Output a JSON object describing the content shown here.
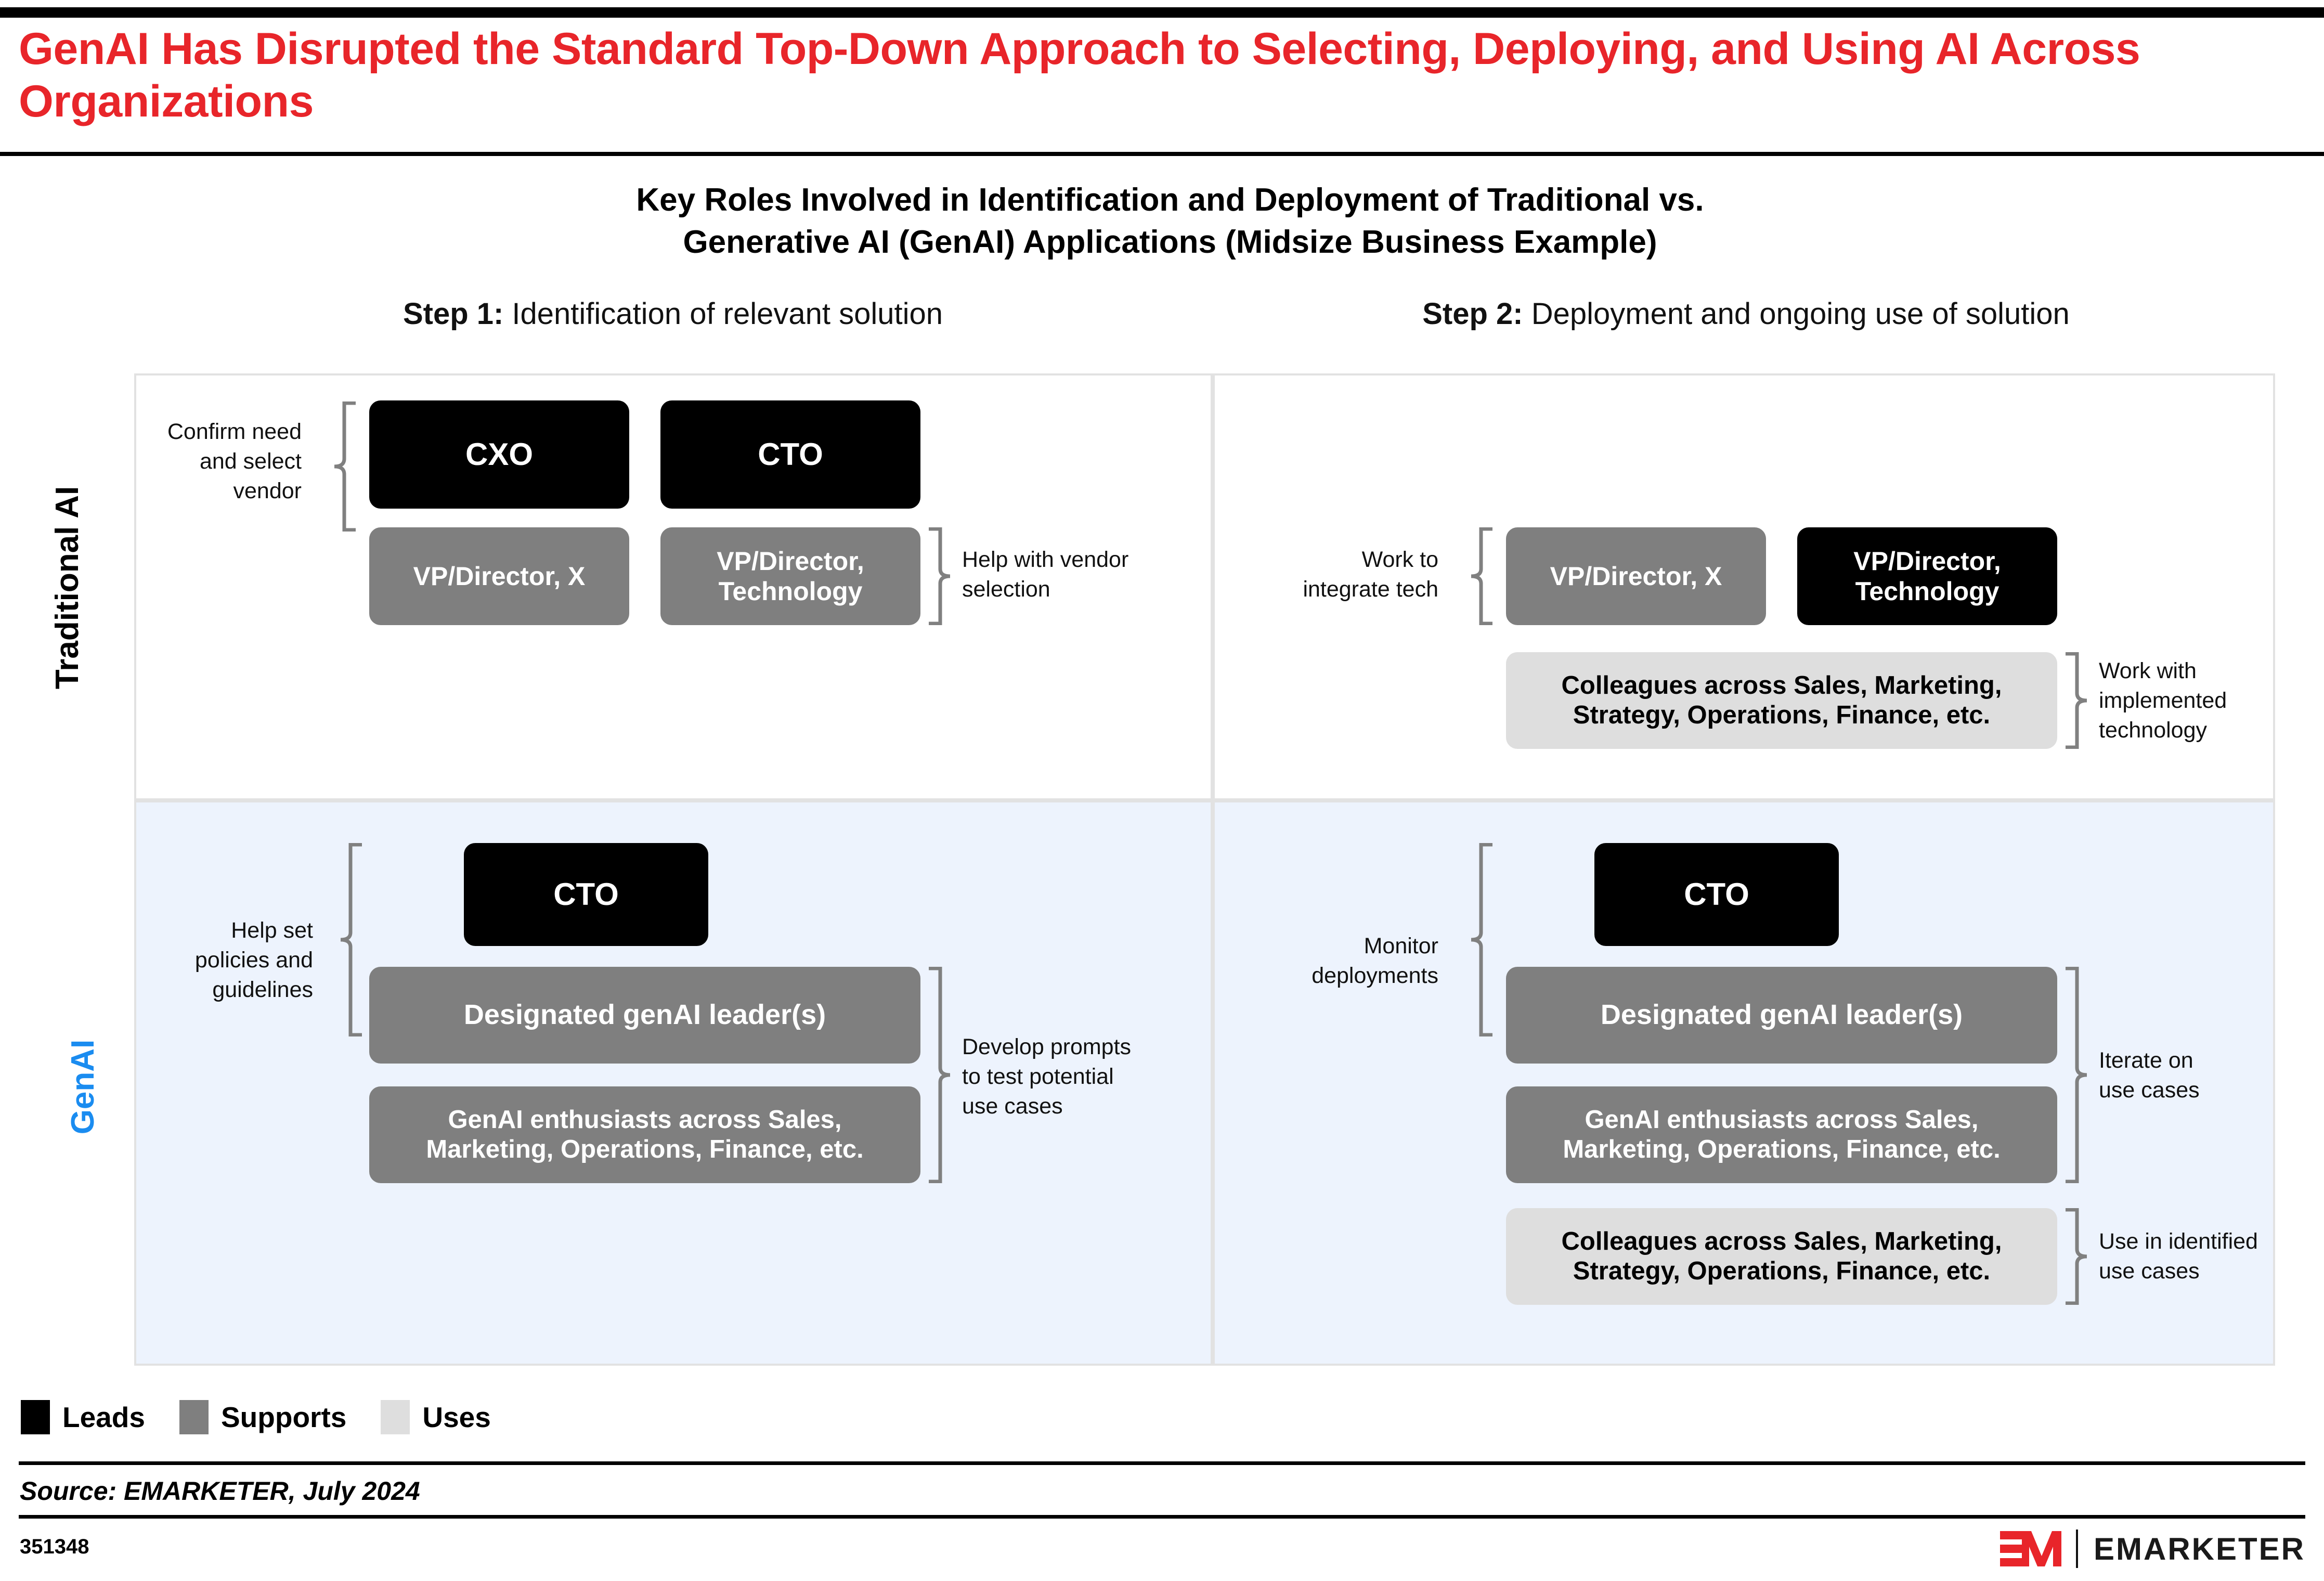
{
  "headline": "GenAI Has Disrupted the Standard Top-Down Approach to Selecting, Deploying, and Using AI Across Organizations",
  "chart_title_line1": "Key Roles Involved in Identification and Deployment of Traditional vs.",
  "chart_title_line2": "Generative AI (GenAI) Applications (Midsize Business Example)",
  "steps": {
    "step1_bold": "Step 1:",
    "step1_text": " Identification of relevant solution",
    "step2_bold": "Step 2:",
    "step2_text": " Deployment and ongoing use of solution"
  },
  "rows": {
    "traditional_label": "Traditional AI",
    "genai_label": "GenAI"
  },
  "quadrants": {
    "traditional_step1": {
      "captions": {
        "confirm": "Confirm need\nand select\nvendor",
        "help_vendor": "Help with vendor\nselection"
      },
      "boxes": {
        "cxo": "CXO",
        "cto": "CTO",
        "vp_x": "VP/Director, X",
        "vp_tech": "VP/Director,\nTechnology"
      }
    },
    "traditional_step2": {
      "captions": {
        "work_integrate": "Work to\nintegrate tech",
        "work_implemented": "Work with\nimplemented\ntechnology"
      },
      "boxes": {
        "vp_x": "VP/Director, X",
        "vp_tech": "VP/Director,\nTechnology",
        "colleagues": "Colleagues across Sales, Marketing,\nStrategy, Operations, Finance, etc."
      }
    },
    "genai_step1": {
      "captions": {
        "help_set": "Help set\npolicies and\nguidelines",
        "develop_prompts": "Develop prompts\nto test potential\nuse cases"
      },
      "boxes": {
        "cto": "CTO",
        "leaders": "Designated genAI leader(s)",
        "enthusiasts": "GenAI enthusiasts across Sales,\nMarketing, Operations, Finance, etc."
      }
    },
    "genai_step2": {
      "captions": {
        "monitor": "Monitor\ndeployments",
        "iterate": "Iterate on\nuse cases",
        "use_identified": "Use in identified\nuse cases"
      },
      "boxes": {
        "cto": "CTO",
        "leaders": "Designated genAI leader(s)",
        "enthusiasts": "GenAI enthusiasts across Sales,\nMarketing, Operations, Finance, etc.",
        "colleagues": "Colleagues across Sales, Marketing,\nStrategy, Operations, Finance, etc."
      }
    }
  },
  "legend": {
    "items": [
      {
        "label": "Leads",
        "color": "#000000"
      },
      {
        "label": "Supports",
        "color": "#7f7f7f"
      },
      {
        "label": "Uses",
        "color": "#dedede"
      }
    ]
  },
  "source": "Source: EMARKETER, July 2024",
  "chart_id": "351348",
  "logo_word": "EMARKETER",
  "colors": {
    "headline_red": "#e8252a",
    "genai_blue": "#1a8cf0",
    "genai_panel": "#edf3fd",
    "panel_border": "#e2e2e2",
    "brace_gray": "#808080"
  }
}
